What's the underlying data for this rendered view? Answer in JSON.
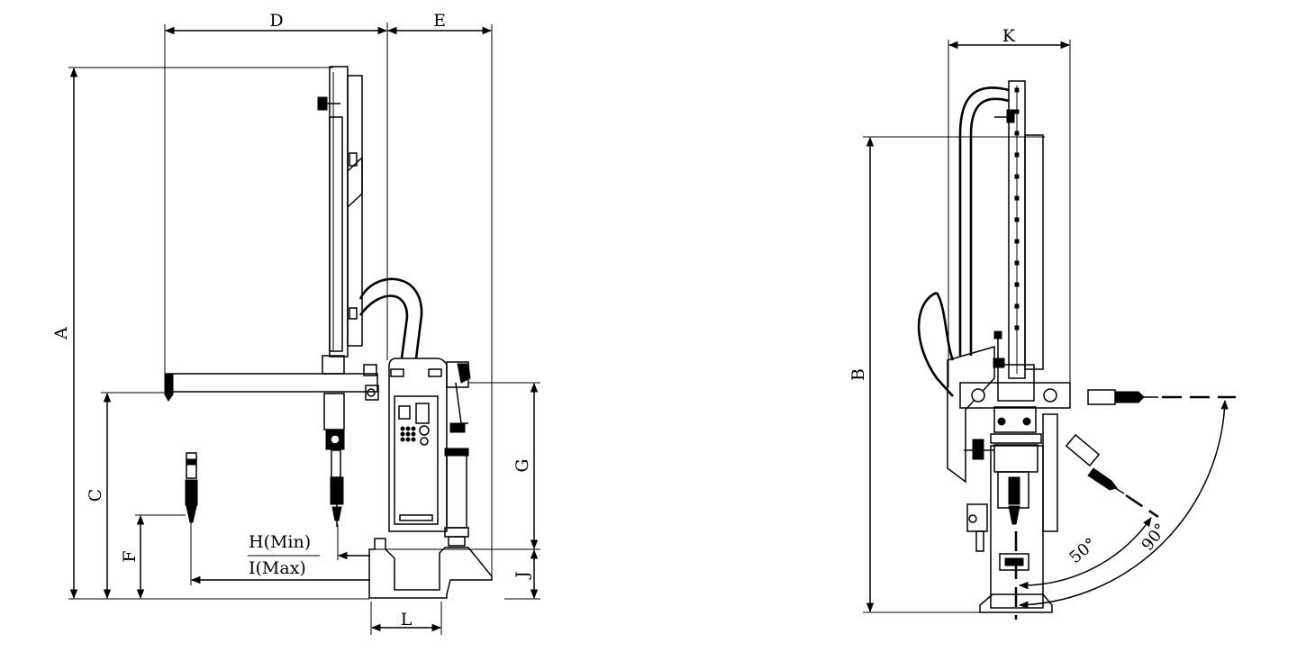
{
  "labels": {
    "A": "A",
    "B": "B",
    "C": "C",
    "D": "D",
    "E": "E",
    "F": "F",
    "G": "G",
    "H": "H(Min)",
    "I": "I(Max)",
    "J": "J",
    "K": "K",
    "L": "L"
  },
  "angles": {
    "small": "50°",
    "large": "90°"
  }
}
